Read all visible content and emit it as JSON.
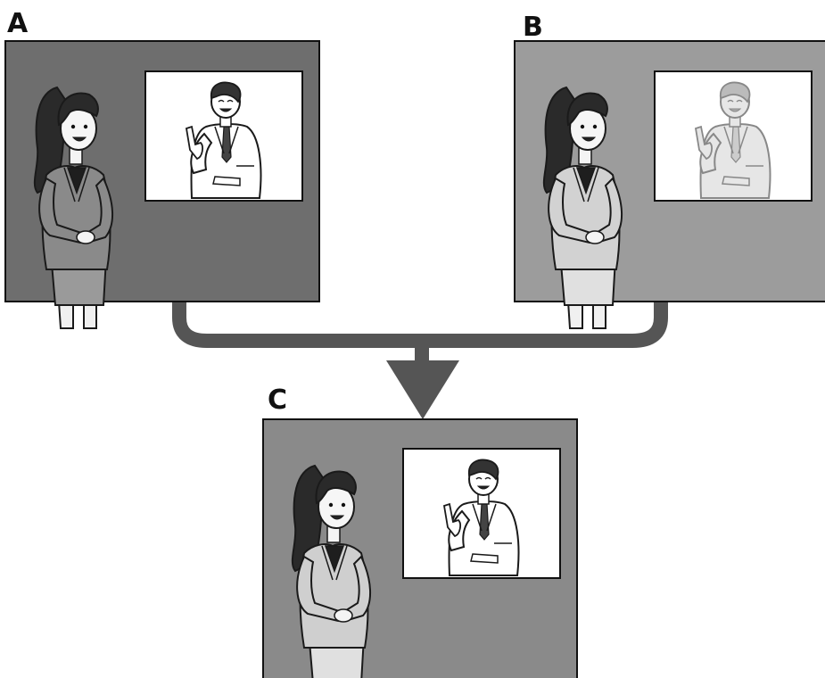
{
  "labels": {
    "a": "A",
    "b": "B",
    "c": "C"
  },
  "panels": [
    {
      "id": "a",
      "bg": "#6e6e6e",
      "woman": "#8a8a8a",
      "woman_skirt": "#9a9a9a",
      "inset_bg": "#ffffff",
      "man": "#ffffff",
      "man_stroke": "#1a1a1a",
      "woman_stroke": "#1a1a1a"
    },
    {
      "id": "b",
      "bg": "#9c9c9c",
      "woman": "#d2d2d2",
      "woman_skirt": "#e0e0e0",
      "inset_bg": "#ffffff",
      "man": "#e6e6e6",
      "man_stroke": "#888888",
      "woman_stroke": "#1a1a1a"
    },
    {
      "id": "c",
      "bg": "#8a8a8a",
      "woman": "#cfcfcf",
      "woman_skirt": "#e0e0e0",
      "inset_bg": "#ffffff",
      "man": "#ffffff",
      "man_stroke": "#1a1a1a",
      "woman_stroke": "#1a1a1a"
    }
  ],
  "colors": {
    "connector": "#555555",
    "outline": "#111111"
  }
}
